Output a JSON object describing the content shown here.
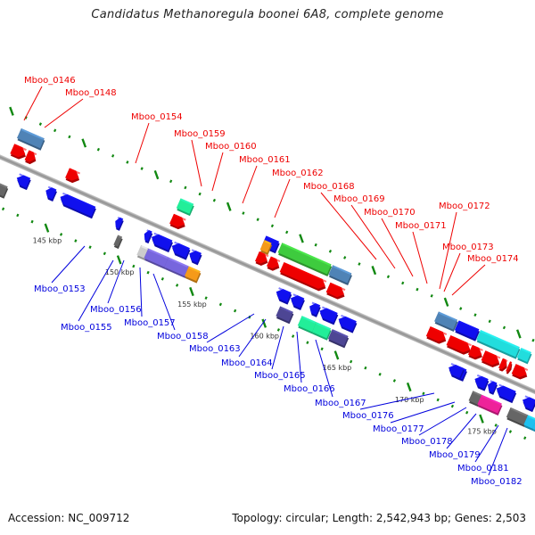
{
  "title": "Candidatus Methanoregula boonei 6A8, complete genome",
  "footer": {
    "accession": "Accession: NC_009712",
    "summary": "Topology: circular; Length: 2,542,943 bp; Genes: 2,503"
  },
  "colors": {
    "forward_label": "#ee0000",
    "reverse_label": "#0000dd",
    "axis": "#999999",
    "tick": "#118811",
    "red": "#ee0000",
    "blue": "#1010ee",
    "steelblue": "#4f83b6",
    "green": "#3ecb3e",
    "cyan": "#22dddd",
    "mint": "#22ee99",
    "purple": "#7766dd",
    "slate": "#4d4694",
    "orange": "#f59a1a",
    "gray": "#666666",
    "lightgray": "#cccccc",
    "magenta": "#ee2299",
    "skyblue": "#1ec0ef",
    "khaki": "#c8b98a"
  },
  "kbp_ticks": [
    {
      "kbp": 145,
      "label": "145 kbp"
    },
    {
      "kbp": 150,
      "label": "150 kbp"
    },
    {
      "kbp": 155,
      "label": "155 kbp"
    },
    {
      "kbp": 160,
      "label": "160 kbp"
    },
    {
      "kbp": 165,
      "label": "165 kbp"
    },
    {
      "kbp": 170,
      "label": "170 kbp"
    },
    {
      "kbp": 175,
      "label": "175 kbp"
    }
  ],
  "forward_labels": [
    {
      "text": "Mboo_0146"
    },
    {
      "text": "Mboo_0148"
    },
    {
      "text": "Mboo_0154"
    },
    {
      "text": "Mboo_0159"
    },
    {
      "text": "Mboo_0160"
    },
    {
      "text": "Mboo_0161"
    },
    {
      "text": "Mboo_0162"
    },
    {
      "text": "Mboo_0168"
    },
    {
      "text": "Mboo_0169"
    },
    {
      "text": "Mboo_0170"
    },
    {
      "text": "Mboo_0171"
    },
    {
      "text": "Mboo_0172"
    },
    {
      "text": "Mboo_0173"
    },
    {
      "text": "Mboo_0174"
    }
  ],
  "reverse_labels": [
    {
      "text": "Mboo_0153"
    },
    {
      "text": "Mboo_0155"
    },
    {
      "text": "Mboo_0156"
    },
    {
      "text": "Mboo_0157"
    },
    {
      "text": "Mboo_0158"
    },
    {
      "text": "Mboo_0163"
    },
    {
      "text": "Mboo_0164"
    },
    {
      "text": "Mboo_0165"
    },
    {
      "text": "Mboo_0166"
    },
    {
      "text": "Mboo_0167"
    },
    {
      "text": "Mboo_0176"
    },
    {
      "text": "Mboo_0177"
    },
    {
      "text": "Mboo_0178"
    },
    {
      "text": "Mboo_0179"
    },
    {
      "text": "Mboo_0181"
    },
    {
      "text": "Mboo_0182"
    }
  ],
  "genes": [
    {
      "strand": "+",
      "lane": "cog",
      "start": 141.0,
      "end": 142.6,
      "color": "steelblue"
    },
    {
      "strand": "+",
      "lane": "cds",
      "start": 141.0,
      "end": 141.9,
      "color": "red"
    },
    {
      "strand": "+",
      "lane": "cds",
      "start": 142.0,
      "end": 142.6,
      "color": "red"
    },
    {
      "strand": "+",
      "lane": "cds",
      "start": 144.8,
      "end": 145.6,
      "color": "red"
    },
    {
      "strand": "+",
      "lane": "cog",
      "start": 152.0,
      "end": 152.9,
      "color": "mint"
    },
    {
      "strand": "+",
      "lane": "cds",
      "start": 152.0,
      "end": 152.9,
      "color": "red"
    },
    {
      "strand": "+",
      "lane": "cog",
      "start": 157.9,
      "end": 158.8,
      "color": "blue"
    },
    {
      "strand": "+",
      "lane": "cog2",
      "start": 157.9,
      "end": 158.4,
      "color": "orange"
    },
    {
      "strand": "+",
      "lane": "cds",
      "start": 157.9,
      "end": 158.6,
      "color": "red"
    },
    {
      "strand": "+",
      "lane": "cds",
      "start": 158.7,
      "end": 159.4,
      "color": "red"
    },
    {
      "strand": "+",
      "lane": "cog",
      "start": 159.0,
      "end": 162.4,
      "color": "green"
    },
    {
      "strand": "+",
      "lane": "cds",
      "start": 159.6,
      "end": 162.6,
      "color": "red"
    },
    {
      "strand": "+",
      "lane": "cog",
      "start": 162.5,
      "end": 163.8,
      "color": "steelblue"
    },
    {
      "strand": "+",
      "lane": "cds",
      "start": 162.8,
      "end": 163.9,
      "color": "red"
    },
    {
      "strand": "+",
      "lane": "cog",
      "start": 169.8,
      "end": 171.1,
      "color": "steelblue"
    },
    {
      "strand": "+",
      "lane": "cog",
      "start": 171.2,
      "end": 172.6,
      "color": "blue"
    },
    {
      "strand": "+",
      "lane": "cog",
      "start": 172.7,
      "end": 175.4,
      "color": "cyan"
    },
    {
      "strand": "+",
      "lane": "cog",
      "start": 175.5,
      "end": 176.2,
      "color": "cyan"
    },
    {
      "strand": "+",
      "lane": "cds",
      "start": 169.7,
      "end": 170.9,
      "color": "red"
    },
    {
      "strand": "+",
      "lane": "cds",
      "start": 171.1,
      "end": 172.6,
      "color": "red"
    },
    {
      "strand": "+",
      "lane": "cds",
      "start": 172.6,
      "end": 173.4,
      "color": "red"
    },
    {
      "strand": "+",
      "lane": "cds",
      "start": 173.5,
      "end": 174.6,
      "color": "red"
    },
    {
      "strand": "+",
      "lane": "cds",
      "start": 174.7,
      "end": 175.1,
      "color": "red"
    },
    {
      "strand": "+",
      "lane": "cds",
      "start": 175.2,
      "end": 175.4,
      "color": "red"
    },
    {
      "strand": "+",
      "lane": "cds",
      "start": 175.6,
      "end": 176.5,
      "color": "red"
    },
    {
      "strand": "+",
      "lane": "cds",
      "start": 179.2,
      "end": 179.5,
      "color": "red"
    },
    {
      "strand": "-",
      "lane": "cds",
      "start": 142.0,
      "end": 142.8,
      "color": "blue"
    },
    {
      "strand": "-",
      "lane": "cog",
      "start": 141.0,
      "end": 141.7,
      "color": "gray"
    },
    {
      "strand": "-",
      "lane": "cds",
      "start": 144.0,
      "end": 144.6,
      "color": "blue"
    },
    {
      "strand": "-",
      "lane": "cds",
      "start": 145.0,
      "end": 147.3,
      "color": "blue"
    },
    {
      "strand": "-",
      "lane": "cds",
      "start": 148.8,
      "end": 149.2,
      "color": "blue"
    },
    {
      "strand": "-",
      "lane": "cog",
      "start": 149.3,
      "end": 149.6,
      "color": "gray"
    },
    {
      "strand": "-",
      "lane": "cds",
      "start": 150.8,
      "end": 151.2,
      "color": "blue"
    },
    {
      "strand": "-",
      "lane": "cds",
      "start": 151.3,
      "end": 152.6,
      "color": "blue"
    },
    {
      "strand": "-",
      "lane": "cds",
      "start": 152.7,
      "end": 153.8,
      "color": "blue"
    },
    {
      "strand": "-",
      "lane": "cds",
      "start": 153.9,
      "end": 154.6,
      "color": "blue"
    },
    {
      "strand": "-",
      "lane": "cog",
      "start": 150.9,
      "end": 151.4,
      "color": "lightgray"
    },
    {
      "strand": "-",
      "lane": "cog",
      "start": 151.4,
      "end": 152.8,
      "color": "purple"
    },
    {
      "strand": "-",
      "lane": "cog",
      "start": 152.8,
      "end": 154.2,
      "color": "purple"
    },
    {
      "strand": "-",
      "lane": "cog",
      "start": 154.2,
      "end": 155.0,
      "color": "orange"
    },
    {
      "strand": "-",
      "lane": "cds",
      "start": 159.9,
      "end": 160.8,
      "color": "blue"
    },
    {
      "strand": "-",
      "lane": "cds",
      "start": 160.9,
      "end": 161.7,
      "color": "blue"
    },
    {
      "strand": "-",
      "lane": "cog",
      "start": 160.5,
      "end": 161.4,
      "color": "slate"
    },
    {
      "strand": "-",
      "lane": "cds",
      "start": 162.2,
      "end": 162.8,
      "color": "blue"
    },
    {
      "strand": "-",
      "lane": "cds",
      "start": 162.9,
      "end": 164.0,
      "color": "blue"
    },
    {
      "strand": "-",
      "lane": "cds",
      "start": 164.2,
      "end": 165.3,
      "color": "blue"
    },
    {
      "strand": "-",
      "lane": "cog",
      "start": 162.0,
      "end": 163.0,
      "color": "mint"
    },
    {
      "strand": "-",
      "lane": "cog",
      "start": 163.0,
      "end": 164.0,
      "color": "mint"
    },
    {
      "strand": "-",
      "lane": "cog",
      "start": 164.1,
      "end": 165.2,
      "color": "slate"
    },
    {
      "strand": "-",
      "lane": "cds",
      "start": 172.1,
      "end": 172.9,
      "color": "blue"
    },
    {
      "strand": "-",
      "lane": "cds",
      "start": 171.8,
      "end": 172.7,
      "color": "blue"
    },
    {
      "strand": "-",
      "lane": "cds",
      "start": 173.6,
      "end": 174.4,
      "color": "blue"
    },
    {
      "strand": "-",
      "lane": "cds",
      "start": 174.5,
      "end": 175.0,
      "color": "blue"
    },
    {
      "strand": "-",
      "lane": "cds",
      "start": 175.1,
      "end": 176.3,
      "color": "blue"
    },
    {
      "strand": "-",
      "lane": "cog",
      "start": 173.8,
      "end": 174.4,
      "color": "gray"
    },
    {
      "strand": "-",
      "lane": "cog",
      "start": 174.4,
      "end": 175.8,
      "color": "magenta"
    },
    {
      "strand": "-",
      "lane": "cds",
      "start": 176.9,
      "end": 177.7,
      "color": "blue"
    },
    {
      "strand": "-",
      "lane": "cds",
      "start": 177.8,
      "end": 178.2,
      "color": "blue"
    },
    {
      "strand": "-",
      "lane": "cds",
      "start": 178.3,
      "end": 179.2,
      "color": "blue"
    },
    {
      "strand": "-",
      "lane": "cog",
      "start": 176.4,
      "end": 177.6,
      "color": "gray"
    },
    {
      "strand": "-",
      "lane": "cog",
      "start": 177.6,
      "end": 178.2,
      "color": "skyblue"
    },
    {
      "strand": "-",
      "lane": "cog",
      "start": 178.2,
      "end": 179.1,
      "color": "skyblue"
    },
    {
      "strand": "-",
      "lane": "cog",
      "start": 179.1,
      "end": 180.0,
      "color": "khaki"
    }
  ]
}
